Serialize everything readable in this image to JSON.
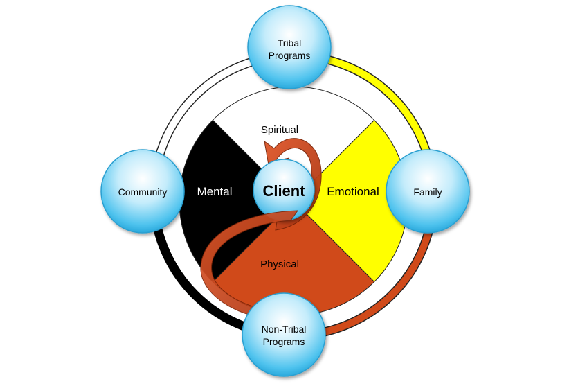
{
  "diagram": {
    "center": {
      "label": "Client"
    },
    "quadrants": [
      {
        "id": "spiritual",
        "label": "Spiritual",
        "color": "#ffffff"
      },
      {
        "id": "emotional",
        "label": "Emotional",
        "color": "#ffff00"
      },
      {
        "id": "physical",
        "label": "Physical",
        "color": "#d04a1a"
      },
      {
        "id": "mental",
        "label": "Mental",
        "color": "#000000"
      }
    ],
    "outer_ring_colors": {
      "top_left": "#ffffff",
      "top_right": "#ffff00",
      "bottom_right": "#d04a1a",
      "bottom_left": "#000000"
    },
    "nodes": [
      {
        "id": "tribal",
        "line1": "Tribal",
        "line2": "Programs"
      },
      {
        "id": "family",
        "line1": "Family",
        "line2": ""
      },
      {
        "id": "non-tribal",
        "line1": "Non-Tribal",
        "line2": "Programs"
      },
      {
        "id": "community",
        "line1": "Community",
        "line2": ""
      }
    ],
    "arrow_color": "#c8451a",
    "node_color": "#5cc8f0"
  }
}
